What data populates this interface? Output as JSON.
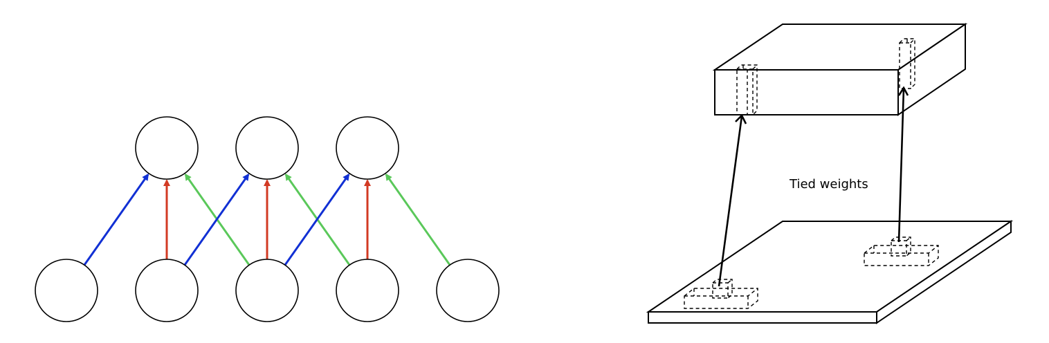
{
  "colors": {
    "left_connection": "#1130d4",
    "center_connection": "#d23a23",
    "right_connection": "#5ac85a",
    "outline": "#000000"
  },
  "network": {
    "input_nodes": 5,
    "output_nodes": 3
  },
  "tied_weights_label": "Tied weights"
}
